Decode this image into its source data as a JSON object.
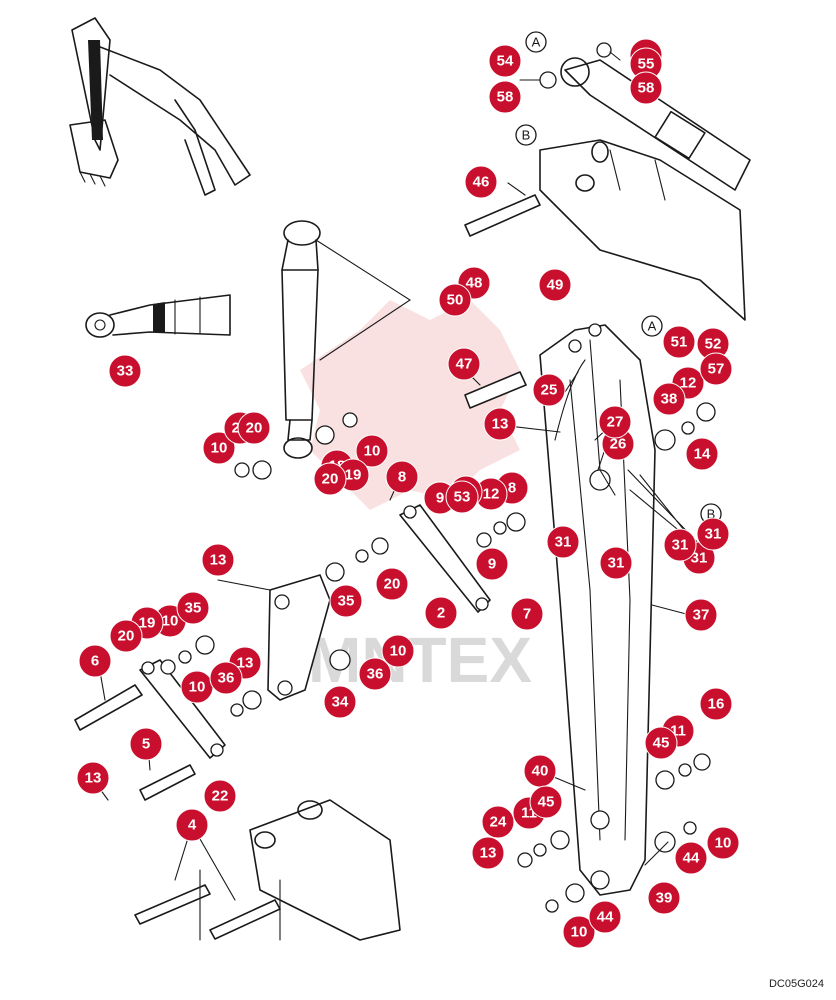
{
  "diagram": {
    "drawing_code": "DC05G024",
    "watermark": "MNTEX",
    "reference_markers": [
      "A",
      "A",
      "B",
      "B"
    ],
    "callouts": [
      "2",
      "4",
      "5",
      "6",
      "7",
      "8",
      "8",
      "9",
      "9",
      "10",
      "10",
      "10",
      "10",
      "10",
      "10",
      "10",
      "11",
      "11",
      "12",
      "12",
      "13",
      "13",
      "13",
      "13",
      "13",
      "14",
      "16",
      "18",
      "19",
      "19",
      "20",
      "20",
      "20",
      "20",
      "22",
      "24",
      "25",
      "26",
      "27",
      "31",
      "31",
      "33",
      "34",
      "35",
      "35",
      "36",
      "36",
      "37",
      "38",
      "39",
      "40",
      "44",
      "44",
      "45",
      "45",
      "46",
      "47",
      "48",
      "49",
      "50",
      "51",
      "52",
      "53",
      "54",
      "55",
      "57",
      "58",
      "58"
    ],
    "badge_color": "#c8102e"
  }
}
